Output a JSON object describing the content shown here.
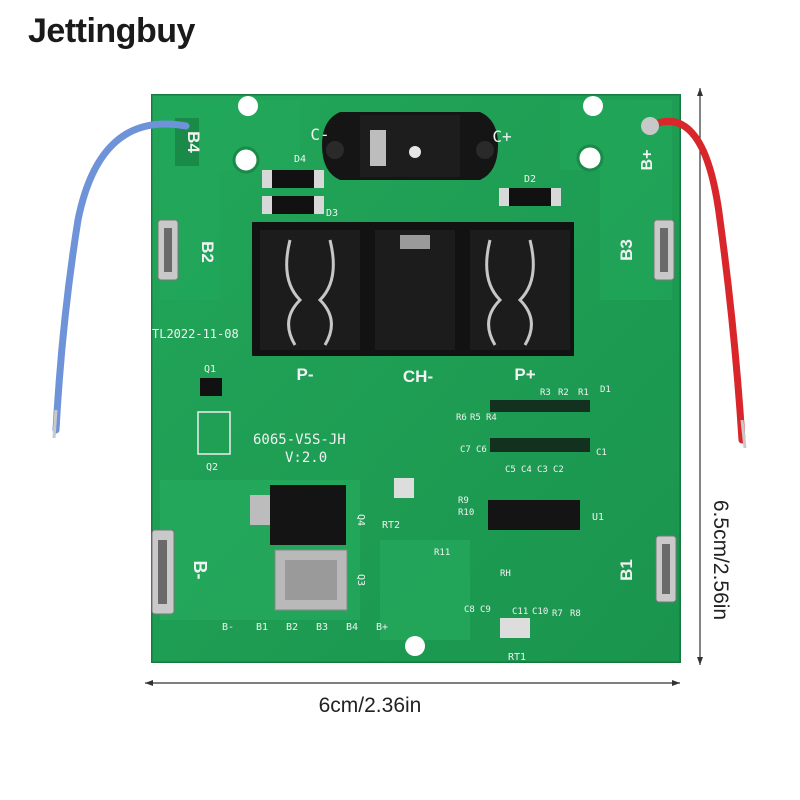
{
  "brand": "Jettingbuy",
  "dimensions": {
    "width_label": "6cm/2.36in",
    "height_label": "6.5cm/2.56in"
  },
  "board": {
    "date_code": "TL2022-11-08",
    "model": "6065-V5S-JH",
    "version": "V:2.0",
    "pads": {
      "b1": "B1",
      "b2": "B2",
      "b3": "B3",
      "b4": "B4",
      "b_minus": "B-",
      "b_plus": "B+"
    },
    "terminals": {
      "p_minus": "P-",
      "ch_minus": "CH-",
      "p_plus": "P+"
    },
    "jack": {
      "c_minus": "C-",
      "c_plus": "C+"
    },
    "bus_labels": [
      "B-",
      "B1",
      "B2",
      "B3",
      "B4",
      "B+"
    ],
    "designators": {
      "d1": "D1",
      "d2": "D2",
      "d3": "D3",
      "d4": "D4",
      "q1": "Q1",
      "q2": "Q2",
      "q3": "Q3",
      "q4": "Q4",
      "r1": "R1",
      "r2": "R2",
      "r3": "R3",
      "r4": "R4",
      "r5": "R5",
      "r6": "R6",
      "r7": "R7",
      "r8": "R8",
      "r9": "R9",
      "r10": "R10",
      "r11": "R11",
      "c1": "C1",
      "c2": "C2",
      "c3": "C3",
      "c4": "C4",
      "c5": "C5",
      "c6": "C6",
      "c7": "C7",
      "c8": "C8",
      "c9": "C9",
      "c10": "C10",
      "c11": "C11",
      "rt1": "RT1",
      "rt2": "RT2",
      "rh": "RH",
      "u1": "U1"
    }
  },
  "colors": {
    "pcb": "#1f9f55",
    "pcb_light": "#2bb565",
    "wire_left": "#6f93d8",
    "wire_right": "#d8262a",
    "connector": "#151515"
  }
}
